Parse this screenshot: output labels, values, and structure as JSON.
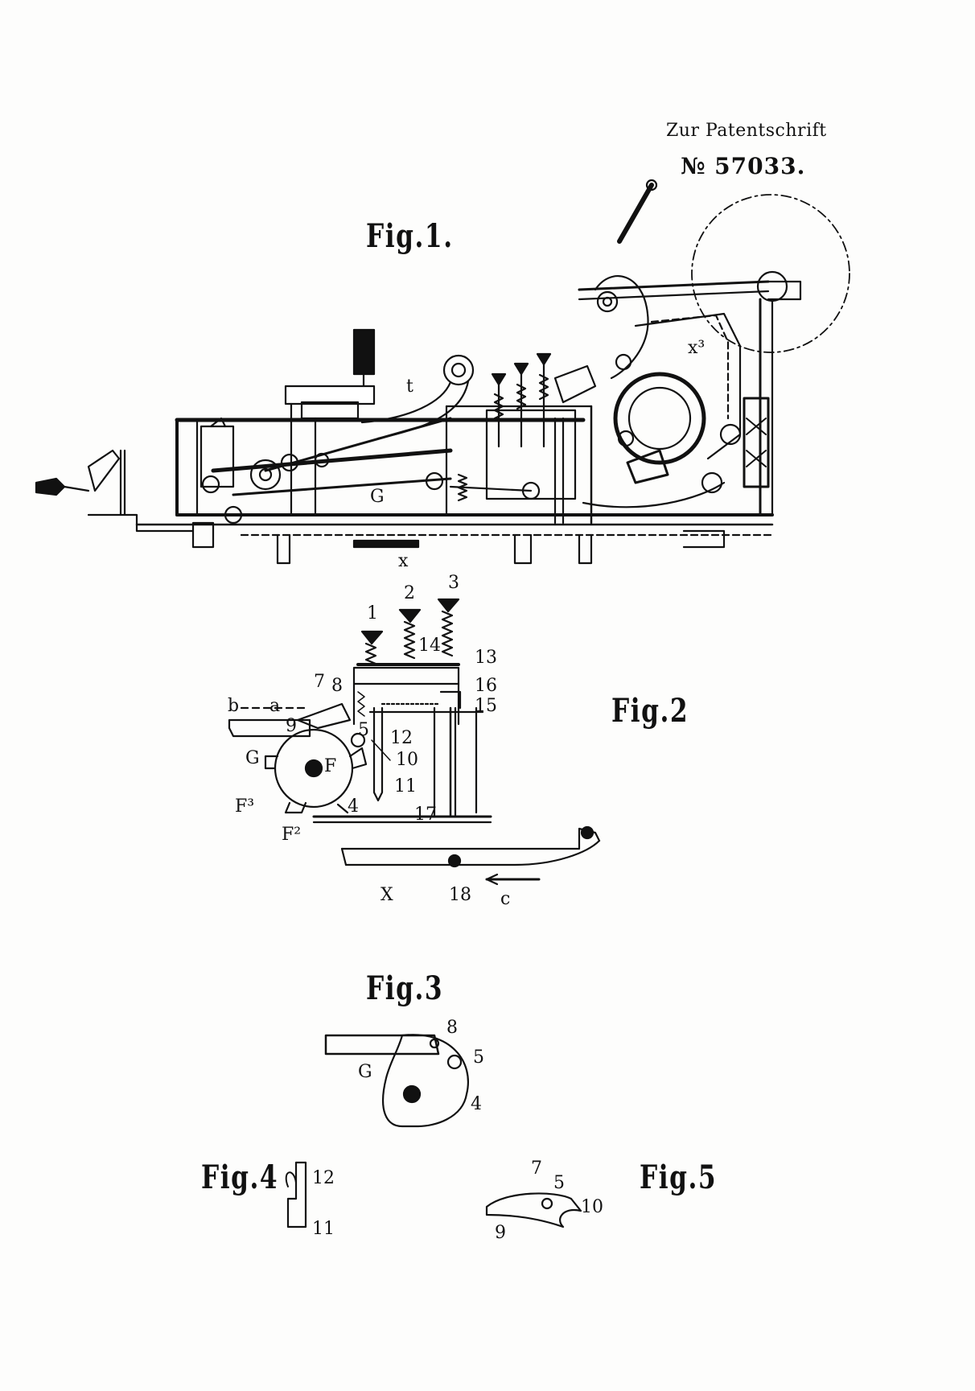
{
  "header": {
    "line1": "Zur Patentschrift",
    "line2": "№ 57033."
  },
  "figures": {
    "fig1": {
      "label": "Fig.1.",
      "parts": {
        "t": "t",
        "g": "G",
        "x": "x",
        "x3": "x³"
      }
    },
    "fig2": {
      "label": "Fig.2",
      "parts": {
        "n1": "1",
        "n2": "2",
        "n3": "3",
        "n13": "13",
        "n14": "14",
        "n16": "16",
        "n15": "15",
        "b": "b",
        "a": "a",
        "n7": "7",
        "n8": "8",
        "n9": "9",
        "n5": "5",
        "n12": "12",
        "n10": "10",
        "g": "G",
        "f": "F",
        "n11": "11",
        "f3": "F³",
        "n4": "4",
        "f2": "F²",
        "n17": "17",
        "x": "X",
        "n18": "18",
        "c": "c"
      }
    },
    "fig3": {
      "label": "Fig.3",
      "parts": {
        "n8": "8",
        "n5": "5",
        "g": "G",
        "n4": "4"
      }
    },
    "fig4": {
      "label": "Fig.4",
      "parts": {
        "n12": "12",
        "n11": "11"
      }
    },
    "fig5": {
      "label": "Fig.5",
      "parts": {
        "n7": "7",
        "n5": "5",
        "n10": "10",
        "n9": "9"
      }
    }
  }
}
